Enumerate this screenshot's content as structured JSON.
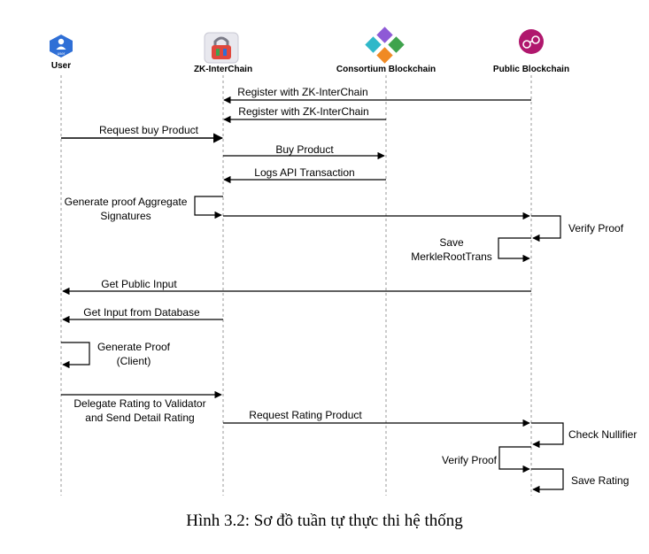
{
  "actors": [
    {
      "id": "user",
      "label": "User",
      "icon_text": "user",
      "icon": "user-icon",
      "color": "#2f6fd6"
    },
    {
      "id": "zk",
      "label": "ZK-InterChain",
      "icon": "zk-interchain-lock-icon",
      "color": "#e0483d"
    },
    {
      "id": "consortium",
      "label": "Consortium Blockchain",
      "icon": "consortium-cubes-icon",
      "color": "#3fa34d"
    },
    {
      "id": "public",
      "label": "Public Blockchain",
      "icon": "public-blockchain-icon",
      "color": "#b0176d"
    }
  ],
  "messages": [
    {
      "text": "Register with ZK-InterChain"
    },
    {
      "text": "Register with ZK-InterChain"
    },
    {
      "text": "Request buy Product"
    },
    {
      "text": "Buy Product"
    },
    {
      "text": "Logs API Transaction"
    },
    {
      "text": [
        "Generate proof Aggregate",
        "Signatures"
      ]
    },
    {
      "text": ""
    },
    {
      "text": "Verify Proof"
    },
    {
      "text": [
        "Save",
        "MerkleRootTrans"
      ]
    },
    {
      "text": "Get Public Input"
    },
    {
      "text": "Get Input from Database"
    },
    {
      "text": [
        "Generate Proof",
        "(Client)"
      ]
    },
    {
      "text": [
        "Delegate Rating to Validator",
        "and Send Detail Rating"
      ]
    },
    {
      "text": "Request Rating Product"
    },
    {
      "text": "Check Nullifier"
    },
    {
      "text": "Verify Proof"
    },
    {
      "text": "Save Rating"
    }
  ],
  "caption": "Hình 3.2: Sơ đồ tuần tự thực thi hệ thống"
}
